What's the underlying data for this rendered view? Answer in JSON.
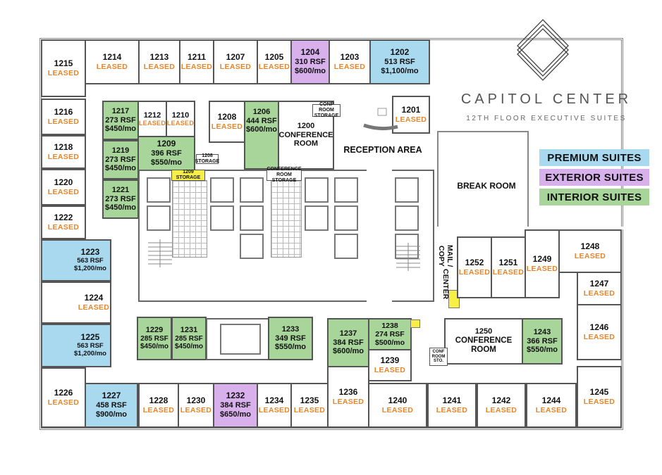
{
  "brand": {
    "name": "CAPITOL CENTER",
    "subtitle": "12TH FLOOR EXECUTIVE SUITES",
    "logo": "nested-diamonds-logo"
  },
  "legend": [
    {
      "label": "PREMIUM  SUITES",
      "color": "#a9d9ef"
    },
    {
      "label": "EXTERIOR SUITES",
      "color": "#d8b0ec"
    },
    {
      "label": "INTERIOR  SUITES",
      "color": "#a8d69a"
    }
  ],
  "colors": {
    "leased_text": "#e8852a",
    "premium": "#a9d9ef",
    "exterior": "#d8b0ec",
    "interior": "#a8d69a",
    "storage": "#f7ef45"
  },
  "leased_label": "LEASED",
  "rooms": {
    "r1215": {
      "num": "1215"
    },
    "r1214": {
      "num": "1214"
    },
    "r1213": {
      "num": "1213"
    },
    "r1211": {
      "num": "1211"
    },
    "r1207": {
      "num": "1207"
    },
    "r1205": {
      "num": "1205"
    },
    "r1204": {
      "num": "1204",
      "rsf": "310 RSF",
      "price": "$600/mo"
    },
    "r1203": {
      "num": "1203"
    },
    "r1202": {
      "num": "1202",
      "rsf": "513 RSF",
      "price": "$1,100/mo"
    },
    "r1201": {
      "num": "1201"
    },
    "r1216": {
      "num": "1216"
    },
    "r1217": {
      "num": "1217",
      "rsf": "273 RSF",
      "price": "$450/mo"
    },
    "r1212": {
      "num": "1212"
    },
    "r1210": {
      "num": "1210"
    },
    "r1208": {
      "num": "1208"
    },
    "r1206": {
      "num": "1206",
      "rsf": "444 RSF",
      "price": "$600/mo"
    },
    "r1218": {
      "num": "1218"
    },
    "r1219": {
      "num": "1219",
      "rsf": "273 RSF",
      "price": "$450/mo"
    },
    "r1209": {
      "num": "1209",
      "rsf": "396 RSF",
      "price": "$550/mo"
    },
    "r1220": {
      "num": "1220"
    },
    "r1221": {
      "num": "1221",
      "rsf": "273 RSF",
      "price": "$450/mo"
    },
    "r1222": {
      "num": "1222"
    },
    "r1223": {
      "num": "1223",
      "rsf": "563 RSF",
      "price": "$1,200/mo"
    },
    "r1224": {
      "num": "1224"
    },
    "r1225": {
      "num": "1225",
      "rsf": "563 RSF",
      "price": "$1,200/mo"
    },
    "r1226": {
      "num": "1226"
    },
    "r1227": {
      "num": "1227",
      "rsf": "458 RSF",
      "price": "$900/mo"
    },
    "r1228": {
      "num": "1228"
    },
    "r1230": {
      "num": "1230"
    },
    "r1232": {
      "num": "1232",
      "rsf": "384 RSF",
      "price": "$650/mo"
    },
    "r1234": {
      "num": "1234"
    },
    "r1235": {
      "num": "1235"
    },
    "r1236": {
      "num": "1236"
    },
    "r1240": {
      "num": "1240"
    },
    "r1241": {
      "num": "1241"
    },
    "r1242": {
      "num": "1242"
    },
    "r1244": {
      "num": "1244"
    },
    "r1245": {
      "num": "1245"
    },
    "r1229": {
      "num": "1229",
      "rsf": "285 RSF",
      "price": "$450/mo"
    },
    "r1231": {
      "num": "1231",
      "rsf": "285 RSF",
      "price": "$450/mo"
    },
    "r1233": {
      "num": "1233",
      "rsf": "349 RSF",
      "price": "$550/mo"
    },
    "r1237": {
      "num": "1237",
      "rsf": "384 RSF",
      "price": "$600/mo"
    },
    "r1238": {
      "num": "1238",
      "rsf": "274 RSF",
      "price": "$500/mo"
    },
    "r1239": {
      "num": "1239"
    },
    "r1243": {
      "num": "1243",
      "rsf": "366 RSF",
      "price": "$550/mo"
    },
    "r1246": {
      "num": "1246"
    },
    "r1247": {
      "num": "1247"
    },
    "r1248": {
      "num": "1248"
    },
    "r1249": {
      "num": "1249"
    },
    "r1251": {
      "num": "1251"
    },
    "r1252": {
      "num": "1252"
    }
  },
  "areas": {
    "conf1200_num": "1200",
    "conf1200_name": "CONFERENCE",
    "conf1200_name2": "ROOM",
    "reception": "RECEPTION AREA",
    "break_room": "BREAK ROOM",
    "mail_copy": "MAIL / COPY",
    "mail_copy2": "CENTER",
    "conf1250_num": "1250",
    "conf1250_name": "CONFERENCE",
    "conf1250_name2": "ROOM",
    "storage1209_num": "1209",
    "storage1209_label": "STORAGE",
    "storage1208_num": "1208",
    "storage1208_label": "STORAGE",
    "conf_room_storage_top": "CONF ROOM",
    "conf_room_storage_top2": "STORAGE",
    "conf_room_storage_core": "CONFERENCE",
    "conf_room_storage_core2": "ROOM STORAGE",
    "conf_room_sto_a": "CONF",
    "conf_room_sto_b": "ROOM",
    "conf_room_sto_c": "STO."
  }
}
